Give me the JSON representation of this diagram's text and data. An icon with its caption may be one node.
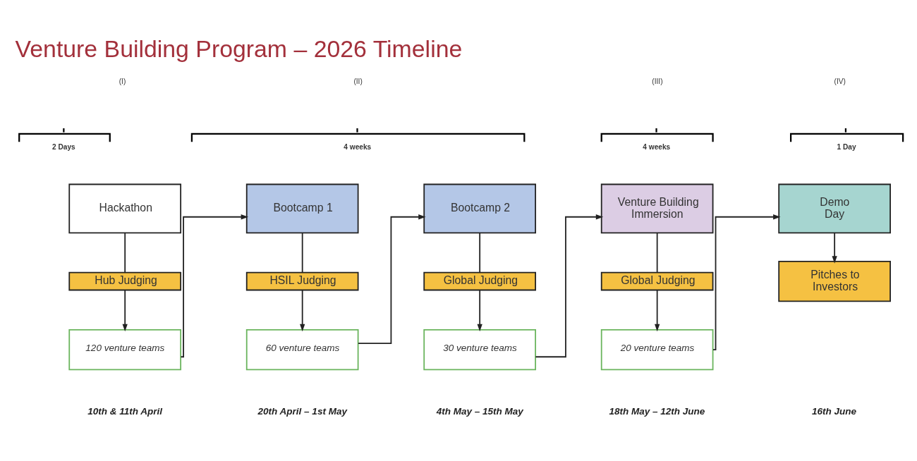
{
  "diagram": {
    "title": "Venture Building Program – 2026 Timeline",
    "nodes": [
      {
        "text": [
          "Hackathon"
        ]
      },
      {
        "text": [
          "Hub Judging"
        ]
      },
      {
        "text": [
          "120 venture teams"
        ]
      },
      {
        "text": [
          "Bootcamp 1"
        ]
      },
      {
        "text": [
          "HSIL Judging"
        ]
      },
      {
        "text": [
          "60 venture teams"
        ]
      },
      {
        "text": [
          "Bootcamp 2"
        ]
      },
      {
        "text": [
          "Global Judging"
        ]
      },
      {
        "text": [
          "30 venture teams"
        ]
      },
      {
        "text": [
          "Venture Building Immersion"
        ]
      },
      {
        "text": [
          "Global Judging"
        ]
      },
      {
        "text": [
          "20 venture teams"
        ]
      },
      {
        "text": [
          "Demo Day"
        ]
      },
      {
        "text": [
          "Pitches to Investors"
        ]
      }
    ],
    "edges": [
      {
        "from": 0,
        "to": 1,
        "arrow": "none"
      },
      {
        "from": 1,
        "to": 2,
        "arrow": "to"
      },
      {
        "from": 2,
        "to": 3,
        "arrow": "to"
      },
      {
        "from": 3,
        "to": 4,
        "arrow": "none"
      },
      {
        "from": 4,
        "to": 5,
        "arrow": "to"
      },
      {
        "from": 5,
        "to": 6,
        "arrow": "to"
      },
      {
        "from": 6,
        "to": 7,
        "arrow": "none"
      },
      {
        "from": 7,
        "to": 8,
        "arrow": "to"
      },
      {
        "from": 8,
        "to": 9,
        "arrow": "to"
      },
      {
        "from": 9,
        "to": 10,
        "arrow": "none"
      },
      {
        "from": 10,
        "to": 11,
        "arrow": "to"
      },
      {
        "from": 11,
        "to": 12,
        "arrow": "to"
      },
      {
        "from": 12,
        "to": 13,
        "arrow": "to"
      }
    ],
    "labels": [
      "(I)",
      "(II)",
      "(III)",
      "(IV)",
      "2 Days",
      "4 weeks",
      "4 weeks",
      "1 Day",
      "10th & 11th April",
      "20th April – 1st May",
      "4th May – 15th May",
      "18th May – 12th June",
      "16th June"
    ]
  }
}
